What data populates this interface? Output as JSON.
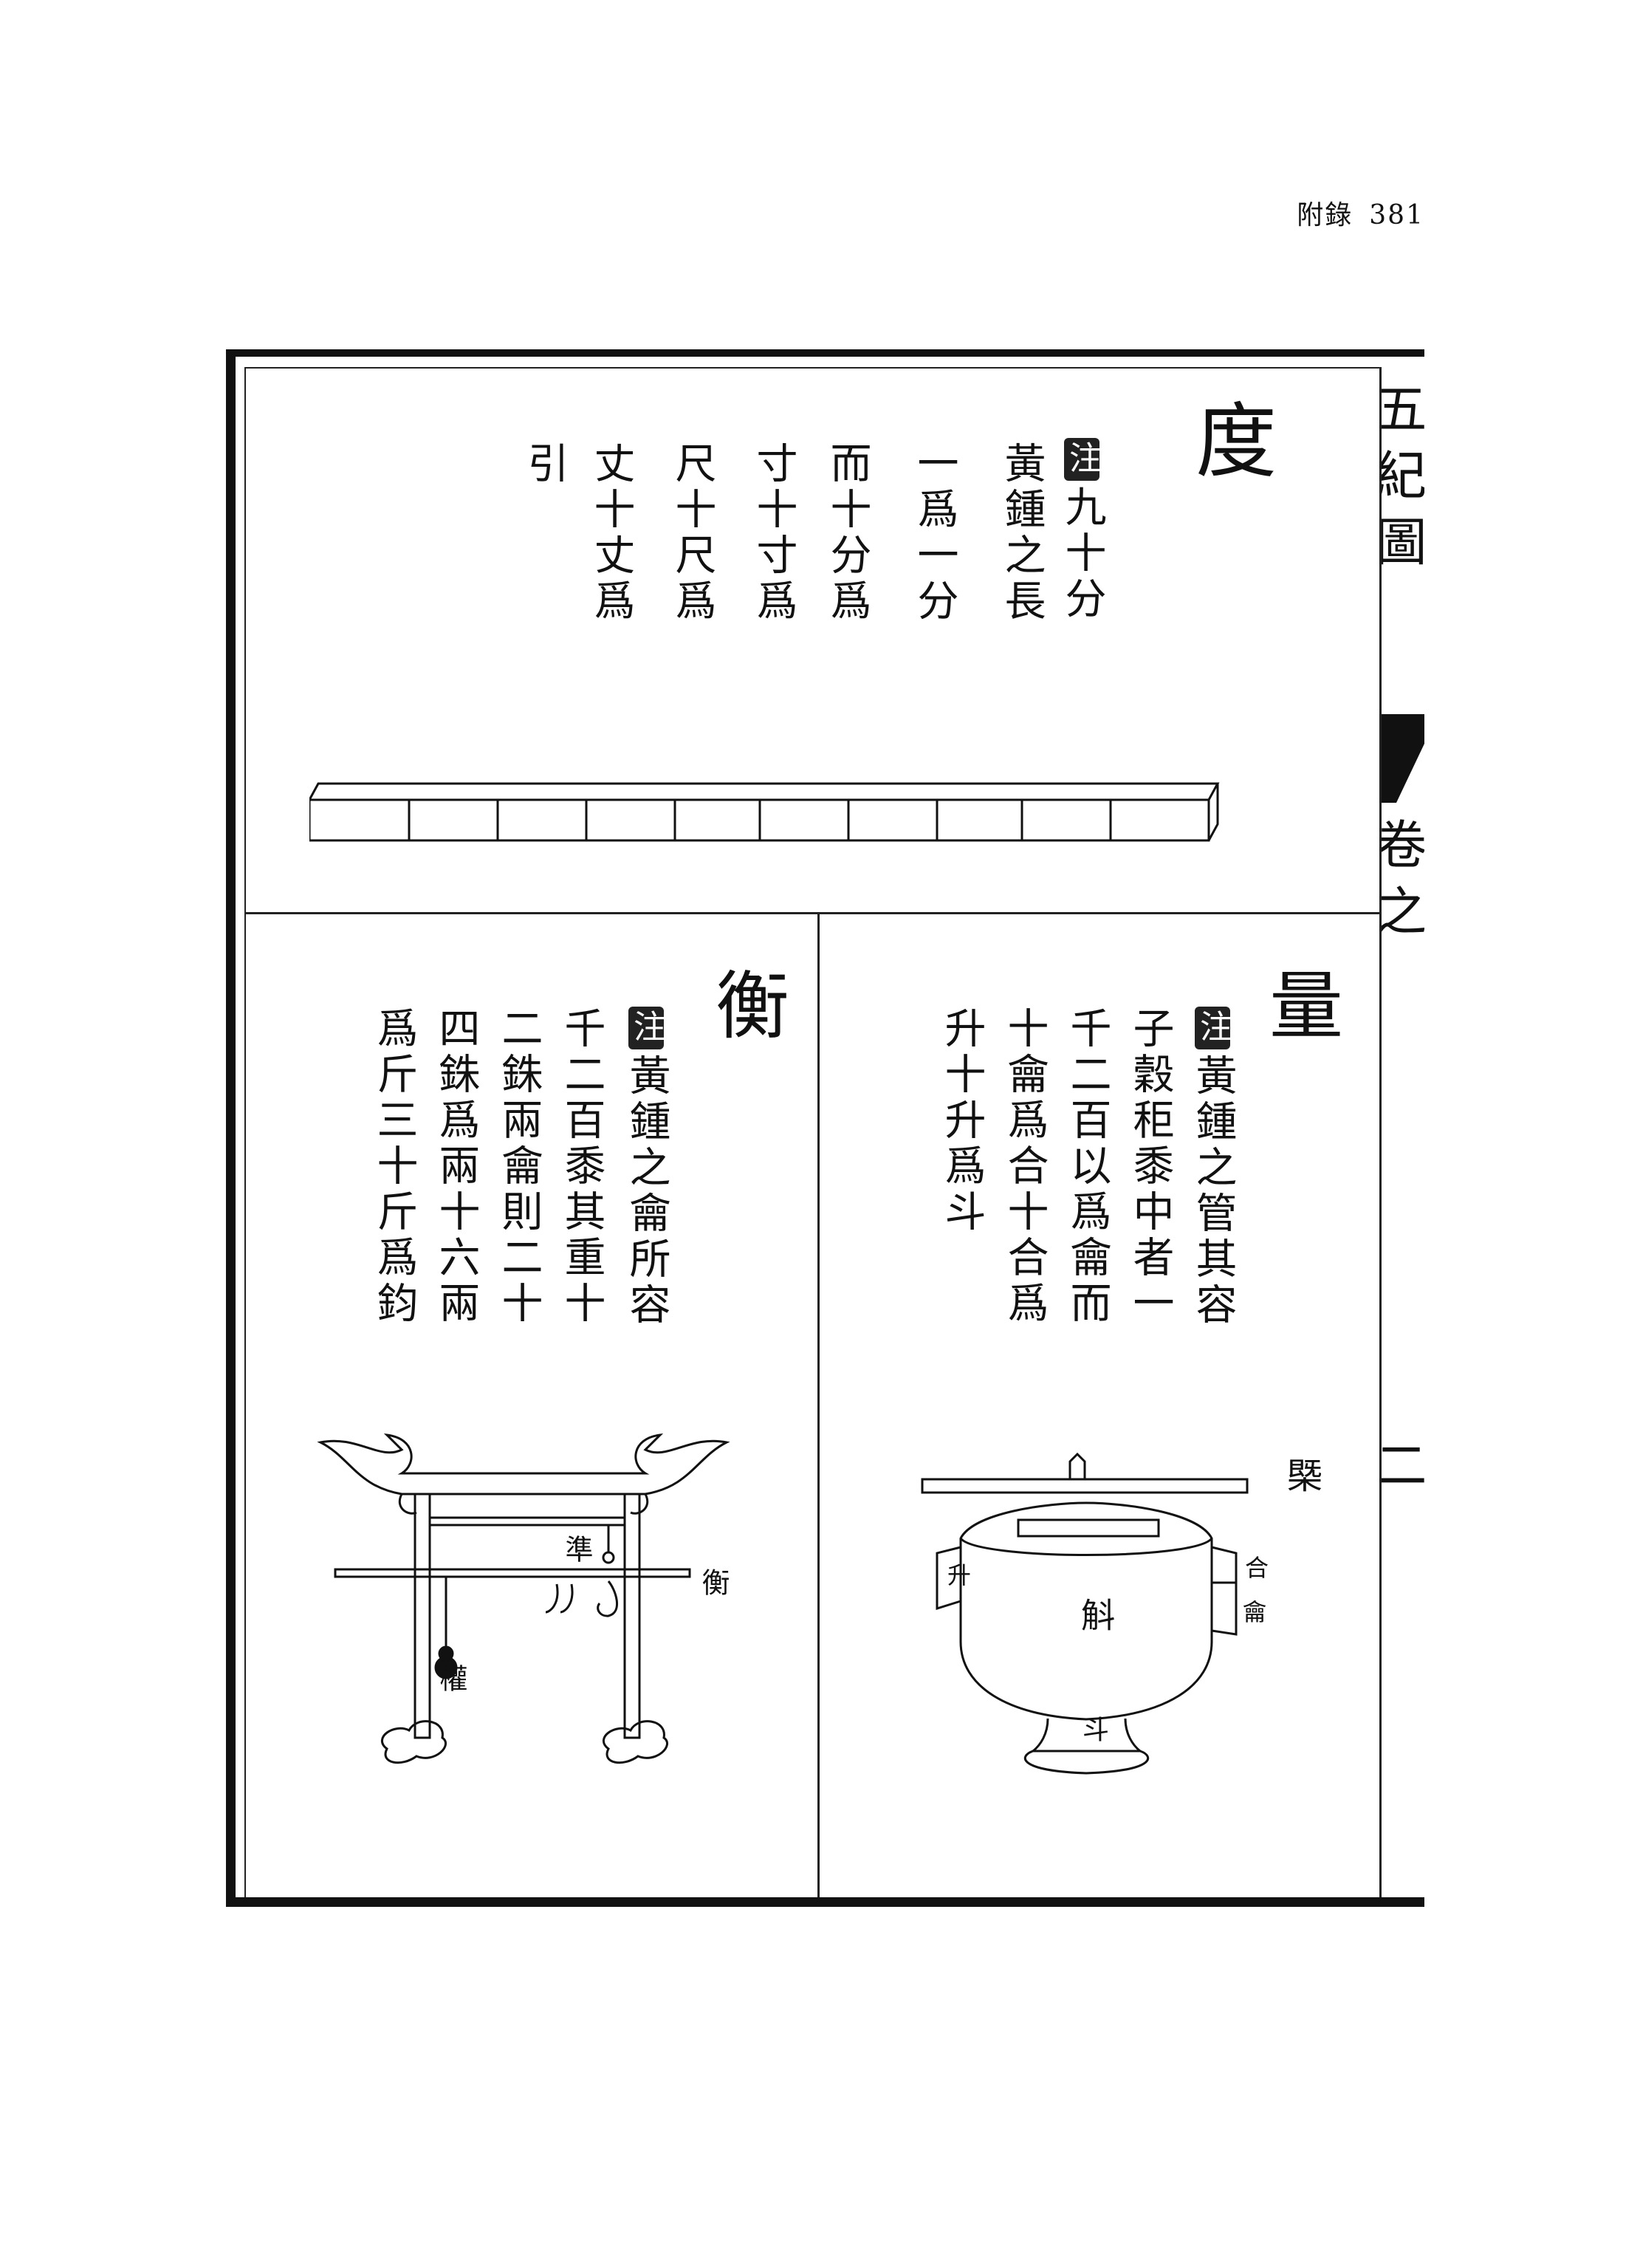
{
  "header": {
    "section": "附錄",
    "page_number": "381"
  },
  "side_strip": {
    "title_text": "五紀圖",
    "sub_text": "卷之",
    "mark": "二"
  },
  "du": {
    "title": "度",
    "note_tag": "注",
    "columns": [
      "九十分",
      "黃鍾之長",
      "一爲一分",
      "而十分爲",
      "寸十寸爲",
      "尺十尺爲",
      "丈十丈爲",
      "引"
    ]
  },
  "liang": {
    "title": "量",
    "note_tag": "注",
    "columns": [
      "黃鍾之管其容",
      "子穀秬黍中者一",
      "千二百以爲龠而",
      "十龠爲合十合爲",
      "升十升爲斗"
    ],
    "labels": {
      "gai": "槩",
      "he": "合",
      "yue": "龠",
      "sheng": "升",
      "hu": "斛",
      "dou": "斗"
    }
  },
  "heng": {
    "title": "衡",
    "note_tag": "注",
    "columns": [
      "黃鍾之龠所容",
      "千二百黍其重十",
      "二銖兩龠則二十",
      "四銖爲兩十六兩",
      "爲斤三十斤爲鈞"
    ],
    "labels": {
      "zhun": "準",
      "heng": "衡",
      "quan": "權"
    }
  }
}
